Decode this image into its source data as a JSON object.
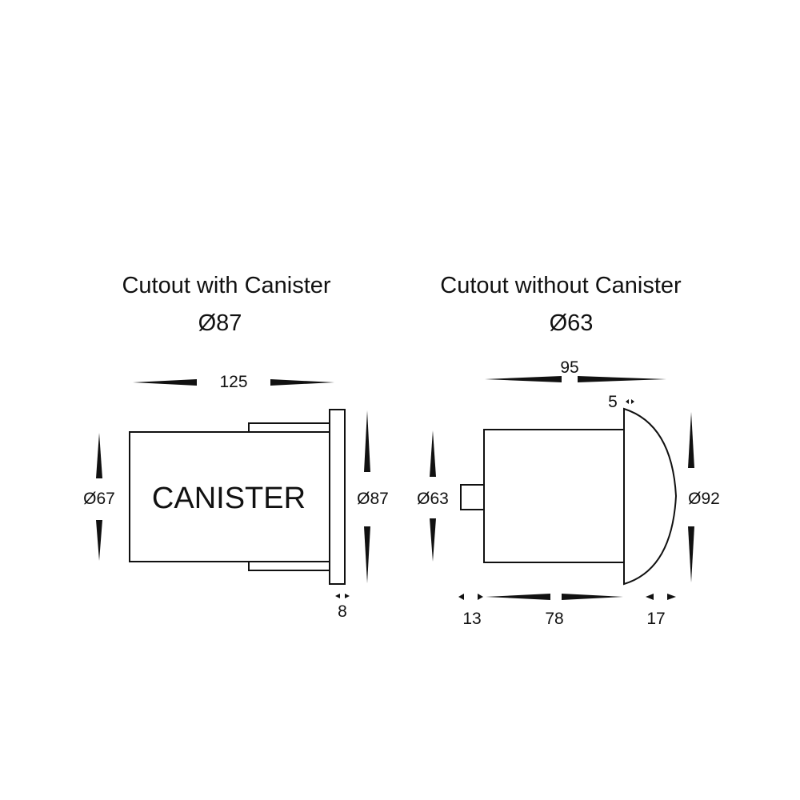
{
  "left_view": {
    "title": "Cutout with Canister",
    "cutout_diameter": "Ø87",
    "length": "125",
    "body_diameter": "Ø67",
    "body_label": "CANISTER",
    "flange_diameter": "Ø87",
    "flange_thickness": "8"
  },
  "right_view": {
    "title": "Cutout without Canister",
    "cutout_diameter": "Ø63",
    "length": "95",
    "dome_offset": "5",
    "body_diameter": "Ø63",
    "dome_diameter": "Ø92",
    "stub_length": "13",
    "body_length": "78",
    "dome_depth": "17"
  }
}
